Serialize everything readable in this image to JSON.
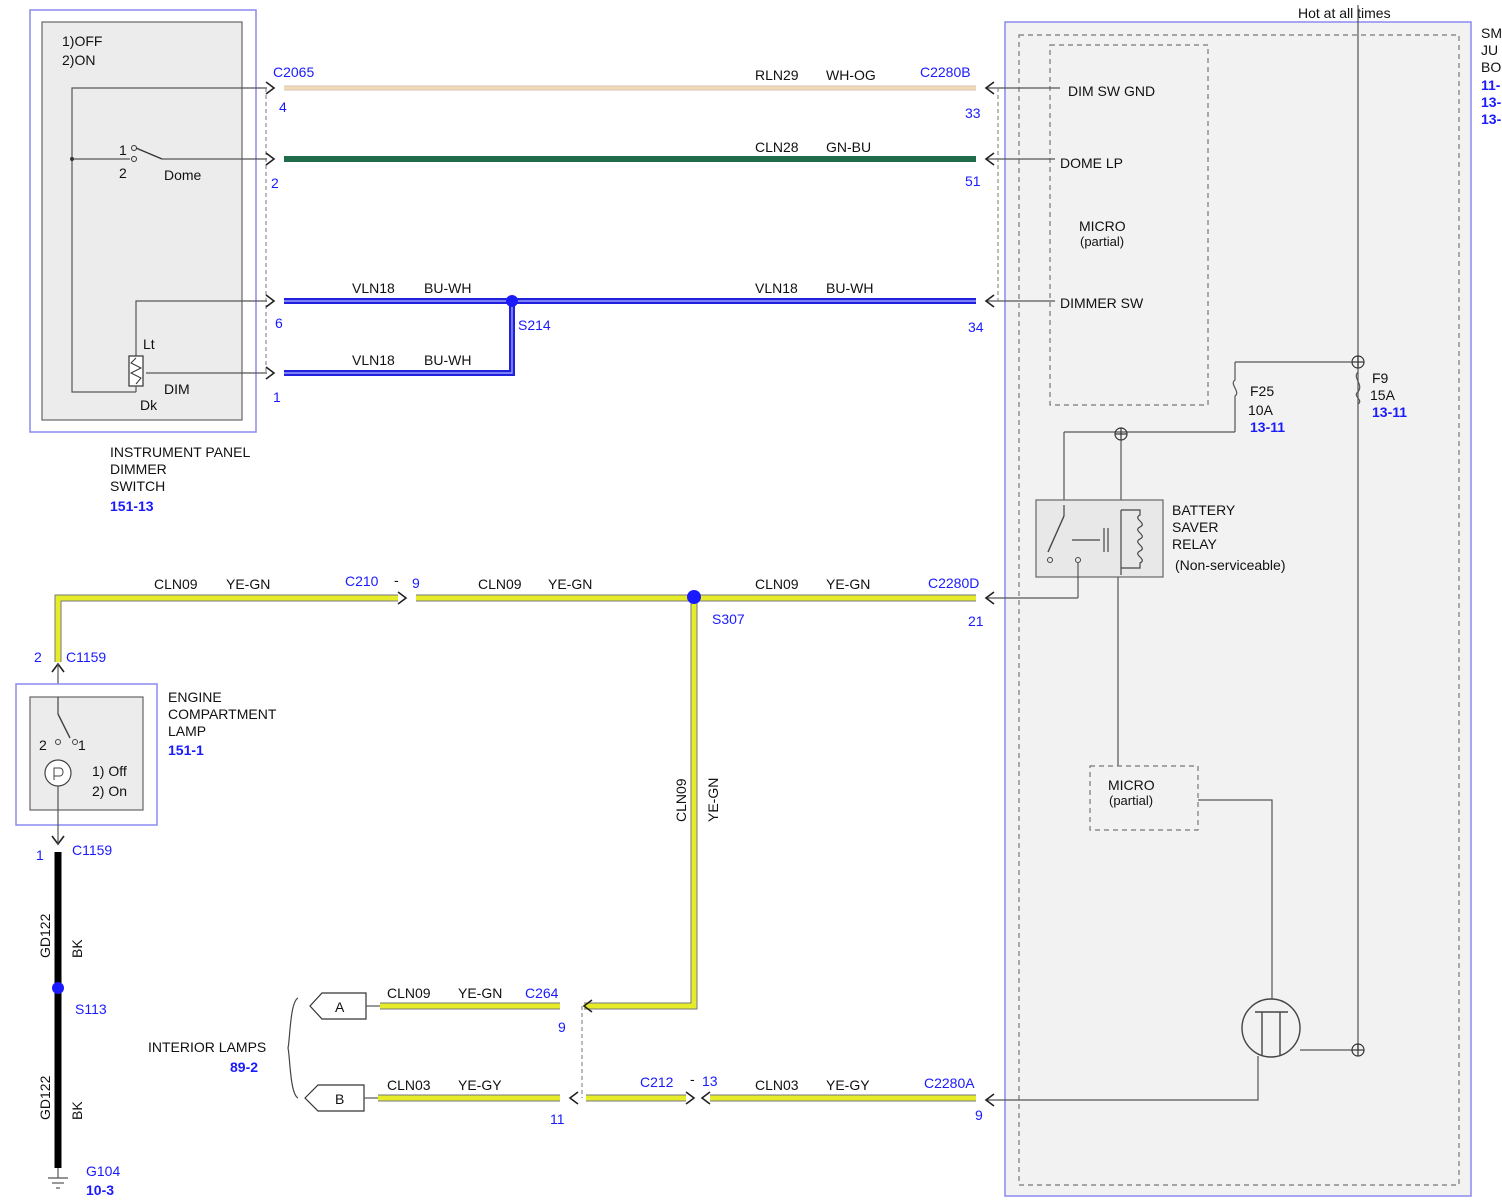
{
  "top_label": "Hot at all times",
  "sjb": {
    "title_lines": [
      "SM",
      "JU",
      "BO"
    ],
    "refs": [
      "11-",
      "13-",
      "13-"
    ],
    "dim_sw_gnd": "DIM SW GND",
    "dome_lp": "DOME LP",
    "micro_top": "MICRO",
    "micro_top_sub": "(partial)",
    "dimmer_sw": "DIMMER SW",
    "fuse_f25": "F25",
    "fuse_f25_amp": "10A",
    "fuse_f25_ref": "13-11",
    "fuse_f9": "F9",
    "fuse_f9_amp": "15A",
    "fuse_f9_ref": "13-11",
    "relay_line1": "BATTERY",
    "relay_line2": "SAVER",
    "relay_line3": "RELAY",
    "relay_note": "(Non-serviceable)",
    "micro_bottom": "MICRO",
    "micro_bottom_sub": "(partial)"
  },
  "dimmer_switch": {
    "mode1": "1)OFF",
    "mode2": "2)ON",
    "pos1": "1",
    "pos2": "2",
    "dome": "Dome",
    "lt": "Lt",
    "dim": "DIM",
    "dk": "Dk",
    "name_line1": "INSTRUMENT PANEL",
    "name_line2": "DIMMER",
    "name_line3": "SWITCH",
    "ref": "151-13"
  },
  "engine_lamp": {
    "name_line1": "ENGINE",
    "name_line2": "COMPARTMENT",
    "name_line3": "LAMP",
    "ref": "151-1",
    "pin_a": "2",
    "pin_b": "1",
    "mode1": "1) Off",
    "mode2": "2) On"
  },
  "interior_lamps": {
    "name": "INTERIOR LAMPS",
    "ref": "89-2",
    "lamp_a": "A",
    "lamp_b": "B"
  },
  "connectors": {
    "c2065": "C2065",
    "c2280b": "C2280B",
    "c2280d": "C2280D",
    "c2280a": "C2280A",
    "c210": "C210",
    "c210_pin": "9",
    "c212": "C212",
    "c212_pin": "13",
    "c1159_top": "C1159",
    "c1159_bottom": "C1159",
    "c264": "C264",
    "dash": "-"
  },
  "pins": {
    "p4": "4",
    "p2": "2",
    "p6": "6",
    "p1": "1",
    "p33": "33",
    "p51": "51",
    "p34": "34",
    "p21": "21",
    "p9_c2280a": "9",
    "p2_c1159": "2",
    "p1_c1159": "1",
    "p9_c264": "9",
    "p11_c264": "11"
  },
  "splices": {
    "s214": "S214",
    "s307": "S307",
    "s113": "S113"
  },
  "ground": {
    "name": "G104",
    "ref": "10-3"
  },
  "wires": {
    "rln29": {
      "circuit": "RLN29",
      "color": "WH-OG"
    },
    "cln28": {
      "circuit": "CLN28",
      "color": "GN-BU"
    },
    "vln18_a": {
      "circuit": "VLN18",
      "color": "BU-WH"
    },
    "vln18_b": {
      "circuit": "VLN18",
      "color": "BU-WH"
    },
    "vln18_c": {
      "circuit": "VLN18",
      "color": "BU-WH"
    },
    "cln09_a": {
      "circuit": "CLN09",
      "color": "YE-GN"
    },
    "cln09_b": {
      "circuit": "CLN09",
      "color": "YE-GN"
    },
    "cln09_c": {
      "circuit": "CLN09",
      "color": "YE-GN"
    },
    "cln09_v": {
      "circuit": "CLN09",
      "color": "YE-GN"
    },
    "cln09_d": {
      "circuit": "CLN09",
      "color": "YE-GN"
    },
    "cln03_a": {
      "circuit": "CLN03",
      "color": "YE-GY"
    },
    "cln03_b": {
      "circuit": "CLN03",
      "color": "YE-GY"
    },
    "gd122_a": {
      "circuit": "GD122",
      "color": "BK"
    },
    "gd122_b": {
      "circuit": "GD122",
      "color": "BK"
    }
  },
  "colors": {
    "module_outline": "#8a8af0",
    "wire_yellow": "#e6ec2a",
    "wire_blue": "#2020dd",
    "wire_green": "#1f6b4a",
    "wire_orange": "#f4d9b8",
    "label_blue": "#1a1aff"
  }
}
